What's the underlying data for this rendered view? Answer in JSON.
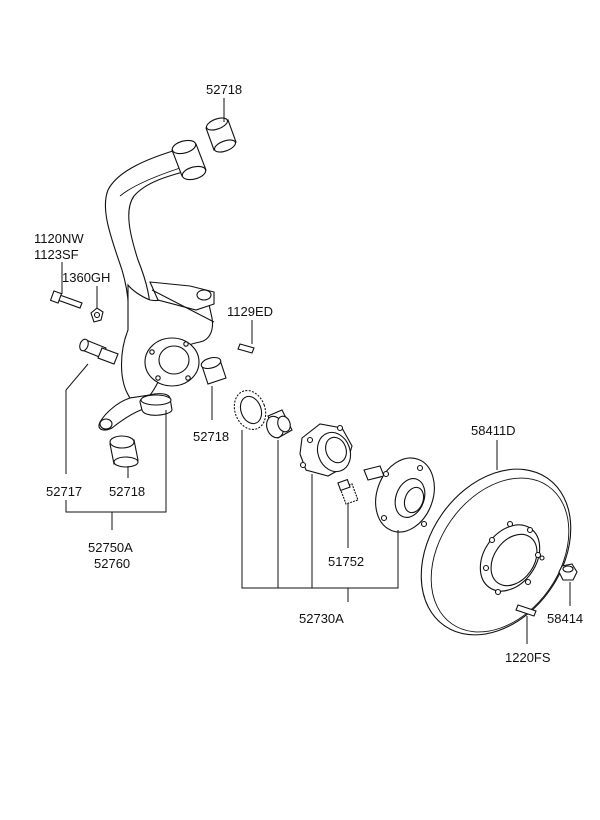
{
  "labels": {
    "p52718_top": "52718",
    "p1120NW": "1120NW",
    "p1123SF": "1123SF",
    "p1360GH": "1360GH",
    "p1129ED": "1129ED",
    "p52718_mid": "52718",
    "p52717": "52717",
    "p52718_low": "52718",
    "p52750A": "52750A",
    "p52760": "52760",
    "p58411D": "58411D",
    "p51752": "51752",
    "p52730A": "52730A",
    "p58414": "58414",
    "p1220FS": "1220FS"
  }
}
